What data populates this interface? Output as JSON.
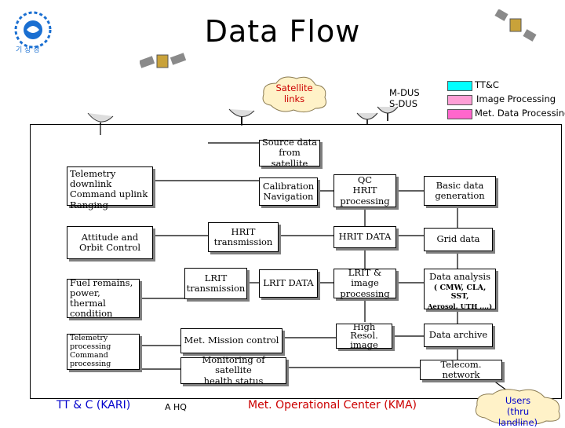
{
  "title": "Data Flow",
  "logo": {
    "caption": "기 상 청"
  },
  "clouds": {
    "satellite_links": [
      "Satellite",
      "links"
    ],
    "users": [
      "Users",
      "(thru",
      "landline)"
    ]
  },
  "ground": {
    "mdus": "M-DUS",
    "sdus": "S-DUS"
  },
  "legend": {
    "ttc": "TT&C",
    "image_processing": "Image Processing",
    "met_data_processing": "Met. Data Processing"
  },
  "left": {
    "telemetry": [
      "Telemetry downlink",
      "Command uplink",
      "Ranging"
    ],
    "attitude": [
      "Attitude and",
      "Orbit Control"
    ],
    "fuel": [
      "Fuel remains,",
      "power, thermal",
      "condition"
    ],
    "tm_processing": [
      "Telemetry processing",
      "Command processing"
    ]
  },
  "middle": {
    "source_data": [
      "Source data",
      "from satellite"
    ],
    "calibration": [
      "Calibration",
      "Navigation"
    ],
    "hrit_transmission": [
      "HRIT",
      "transmission"
    ],
    "lrit_transmission": [
      "LRIT",
      "transmission"
    ],
    "lrit_data": "LRIT DATA",
    "met_mission": "Met. Mission control",
    "monitoring": [
      "Monitoring of satellite",
      "health status"
    ]
  },
  "right": {
    "qc": [
      "QC",
      "HRIT",
      "processing"
    ],
    "hrit_data": "HRIT DATA",
    "lrit_image": [
      "LRIT & image",
      "processing"
    ],
    "high_resol": [
      "High Resol.",
      "image"
    ],
    "basic_data": [
      "Basic data",
      "generation"
    ],
    "grid_data": "Grid data",
    "data_analysis": "Data analysis",
    "data_analysis_sub1": "( CMW, CLA, SST,",
    "data_analysis_sub2": "Aerosol, UTH ,,,,)",
    "data_archive": "Data archive",
    "telecom": "Telecom. network"
  },
  "footer": {
    "ttc_kari": "TT & C (KARI)",
    "a_hq": "A HQ",
    "met_center": "Met. Operational Center (KMA)"
  },
  "colors": {
    "ttc": "#00ffff",
    "image_processing": "#ff9fd6",
    "met_data_processing": "#ff66cc",
    "blue_text": "#0000cc",
    "red_text": "#cc0000",
    "cloud": "#fff2c8"
  }
}
